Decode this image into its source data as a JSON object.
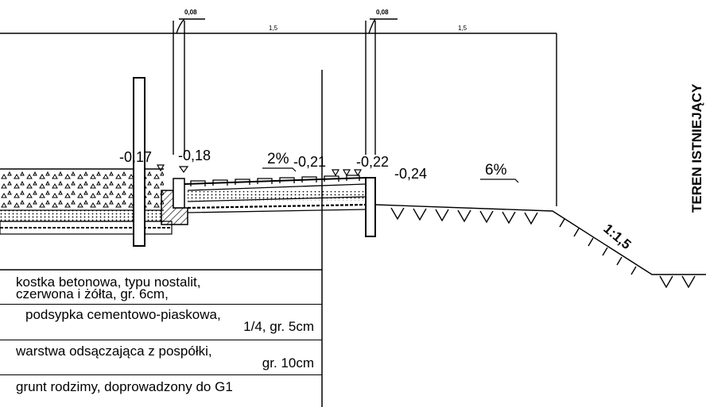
{
  "dimensions": {
    "top_thickness_left": "0,08",
    "top_width_left": "1,5",
    "top_thickness_right": "0,08",
    "top_width_right": "1,5"
  },
  "elevations": [
    "-0,17",
    "-0,18",
    "-0,21",
    "-0,22",
    "-0,24"
  ],
  "slopes": {
    "left": "2%",
    "right": "6%",
    "embankment": "1:1,5"
  },
  "side_label": "TEREN ISTNIEJĄCY",
  "legend": {
    "row1_line1": "kostka betonowa, typu nostalit,",
    "row1_line2": "czerwona i żółta, gr. 6cm,",
    "row2_line1": "podsypka cementowo-piaskowa,",
    "row2_line2": "1/4, gr. 5cm",
    "row3_line1": "warstwa odsączająca z pospółki,",
    "row3_line2": "gr. 10cm",
    "row4_line1": "grunt rodzimy, doprowadzony do G1"
  },
  "colors": {
    "ink": "#000000",
    "background": "#ffffff"
  }
}
